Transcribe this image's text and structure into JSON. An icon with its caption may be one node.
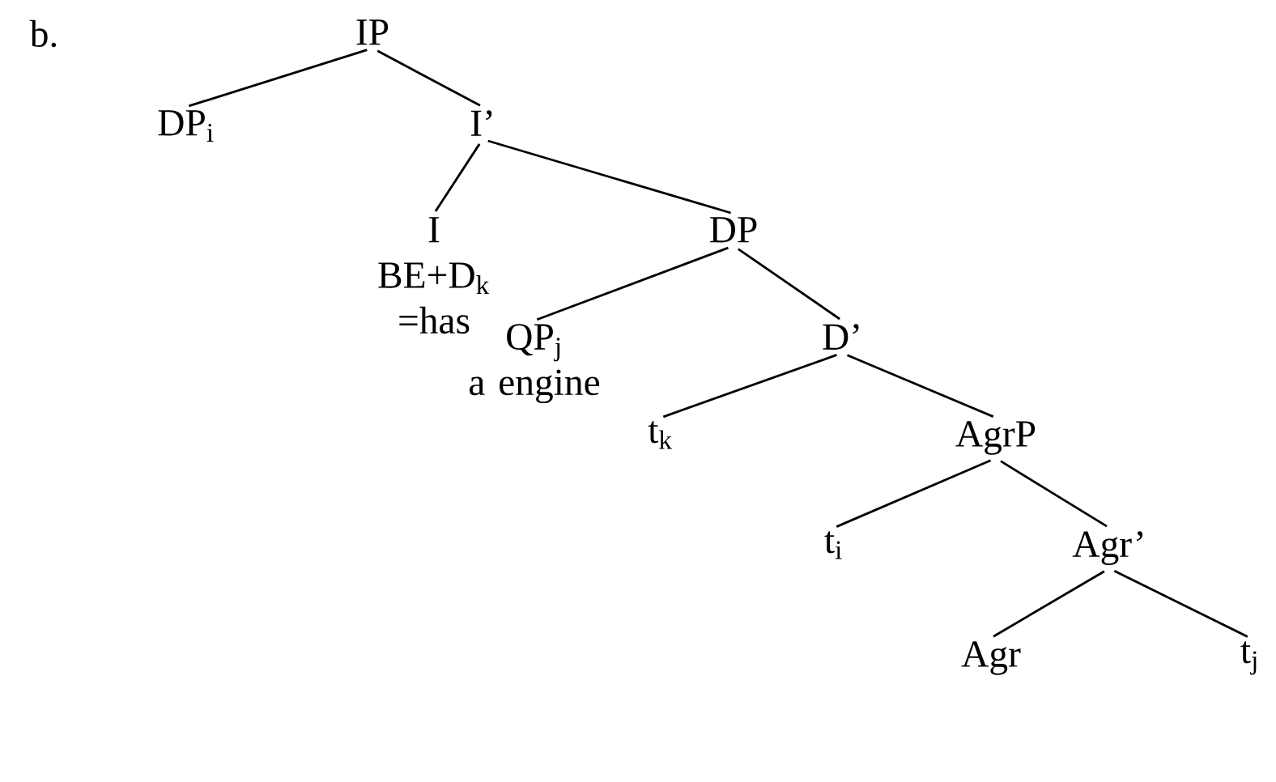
{
  "diagram": {
    "nodes": [
      {
        "text": [
          "IP"
        ]
      },
      {
        "text": [
          "DP$_{i}$"
        ]
      },
      {
        "text": [
          "I’"
        ]
      },
      {
        "text": [
          "I",
          "BE+D$_{k}$ =has"
        ]
      },
      {
        "text": [
          "DP"
        ]
      },
      {
        "text": [
          "QP$_{j}$",
          "a engine"
        ]
      },
      {
        "text": [
          "D’"
        ]
      },
      {
        "text": [
          "t$_{k}$"
        ]
      },
      {
        "text": [
          "AgrP"
        ]
      },
      {
        "text": [
          "t$_{i}$"
        ]
      },
      {
        "text": [
          "Agr’"
        ]
      },
      {
        "text": [
          "Agr"
        ]
      },
      {
        "text": [
          "t$_{j}$"
        ]
      }
    ],
    "edges": [
      {
        "from": 0,
        "to": 1,
        "arrow": "none"
      },
      {
        "from": 0,
        "to": 2,
        "arrow": "none"
      },
      {
        "from": 2,
        "to": 3,
        "arrow": "none"
      },
      {
        "from": 2,
        "to": 4,
        "arrow": "none"
      },
      {
        "from": 4,
        "to": 5,
        "arrow": "none"
      },
      {
        "from": 4,
        "to": 6,
        "arrow": "none"
      },
      {
        "from": 6,
        "to": 7,
        "arrow": "none"
      },
      {
        "from": 6,
        "to": 8,
        "arrow": "none"
      },
      {
        "from": 8,
        "to": 9,
        "arrow": "none"
      },
      {
        "from": 8,
        "to": 10,
        "arrow": "none"
      },
      {
        "from": 10,
        "to": 11,
        "arrow": "none"
      },
      {
        "from": 10,
        "to": 12,
        "arrow": "none"
      }
    ],
    "labels": [
      "b."
    ]
  }
}
